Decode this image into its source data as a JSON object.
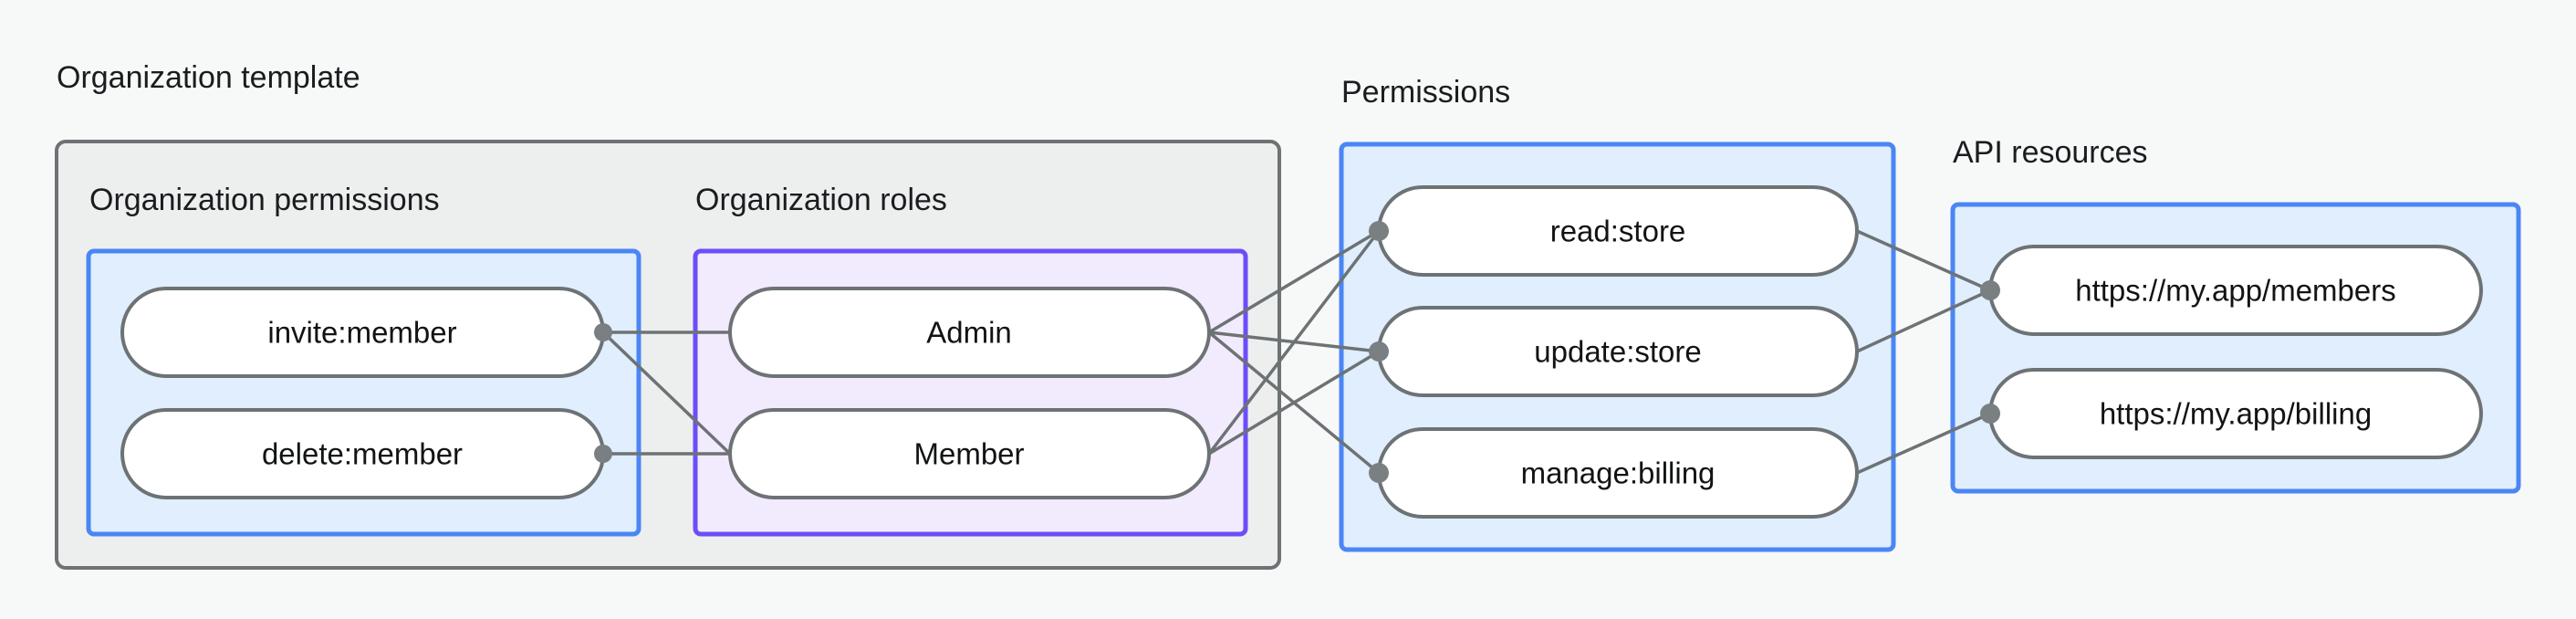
{
  "diagram": {
    "title_organization_template": "Organization template",
    "title_permissions": "Permissions",
    "title_api_resources": "API resources",
    "subtitle_organization_permissions": "Organization permissions",
    "subtitle_organization_roles": "Organization roles",
    "colors": {
      "page_background": "#F7F8F8",
      "outer_box_fill": "#EDEFEE",
      "outer_box_border": "#6D7275",
      "blue_box_fill": "#E0EEFD",
      "blue_box_border": "#4A86F5",
      "purple_box_fill": "#F2EBFD",
      "purple_box_border": "#6C4EF9",
      "node_fill": "#FFFFFF",
      "node_border": "#6D7275",
      "edge_stroke": "#6D7275",
      "port_fill": "#7A7F82",
      "text": "#1A1D1F"
    },
    "nodes": {
      "organization_permissions": [
        {
          "id": "invite-member",
          "label": "invite:member"
        },
        {
          "id": "delete-member",
          "label": "delete:member"
        }
      ],
      "organization_roles": [
        {
          "id": "admin",
          "label": "Admin"
        },
        {
          "id": "member",
          "label": "Member"
        }
      ],
      "permissions": [
        {
          "id": "read-store",
          "label": "read:store"
        },
        {
          "id": "update-store",
          "label": "update:store"
        },
        {
          "id": "manage-billing",
          "label": "manage:billing"
        }
      ],
      "api_resources": [
        {
          "id": "members-resource",
          "label": "https://my.app/members"
        },
        {
          "id": "billing-resource",
          "label": "https://my.app/billing"
        }
      ]
    },
    "edges": [
      {
        "from": "invite-member",
        "to": "admin"
      },
      {
        "from": "invite-member",
        "to": "member"
      },
      {
        "from": "delete-member",
        "to": "member"
      },
      {
        "from": "admin",
        "to": "read-store"
      },
      {
        "from": "admin",
        "to": "update-store"
      },
      {
        "from": "admin",
        "to": "manage-billing"
      },
      {
        "from": "member",
        "to": "read-store"
      },
      {
        "from": "member",
        "to": "update-store"
      },
      {
        "from": "read-store",
        "to": "members-resource"
      },
      {
        "from": "update-store",
        "to": "members-resource"
      },
      {
        "from": "manage-billing",
        "to": "billing-resource"
      }
    ]
  }
}
